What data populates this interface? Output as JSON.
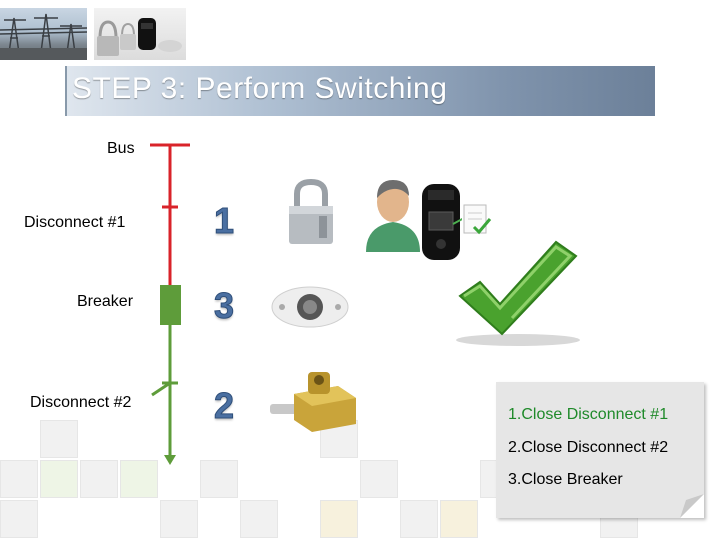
{
  "title": "STEP 3: Perform Switching",
  "diagram": {
    "bus_label": "Bus",
    "disconnect1_label": "Disconnect #1",
    "breaker_label": "Breaker",
    "disconnect2_label": "Disconnect #2",
    "step_numbers": [
      "1",
      "3",
      "2"
    ],
    "colors": {
      "energized": "#d9232a",
      "de_energized": "#5e9c3a",
      "number_blue": "#4a6fa1"
    }
  },
  "note": {
    "items": [
      "1.Close Disconnect #1",
      "2.Close Disconnect #2",
      "3.Close Breaker"
    ],
    "highlight_color": "#1f8a2a"
  },
  "icons": [
    "substation-photo",
    "lockout-devices-photo",
    "padlock-icon",
    "person-icon",
    "voltage-tester-icon",
    "checklist-icon",
    "lock-device-icon",
    "brass-lock-block-icon",
    "checkmark-icon"
  ]
}
